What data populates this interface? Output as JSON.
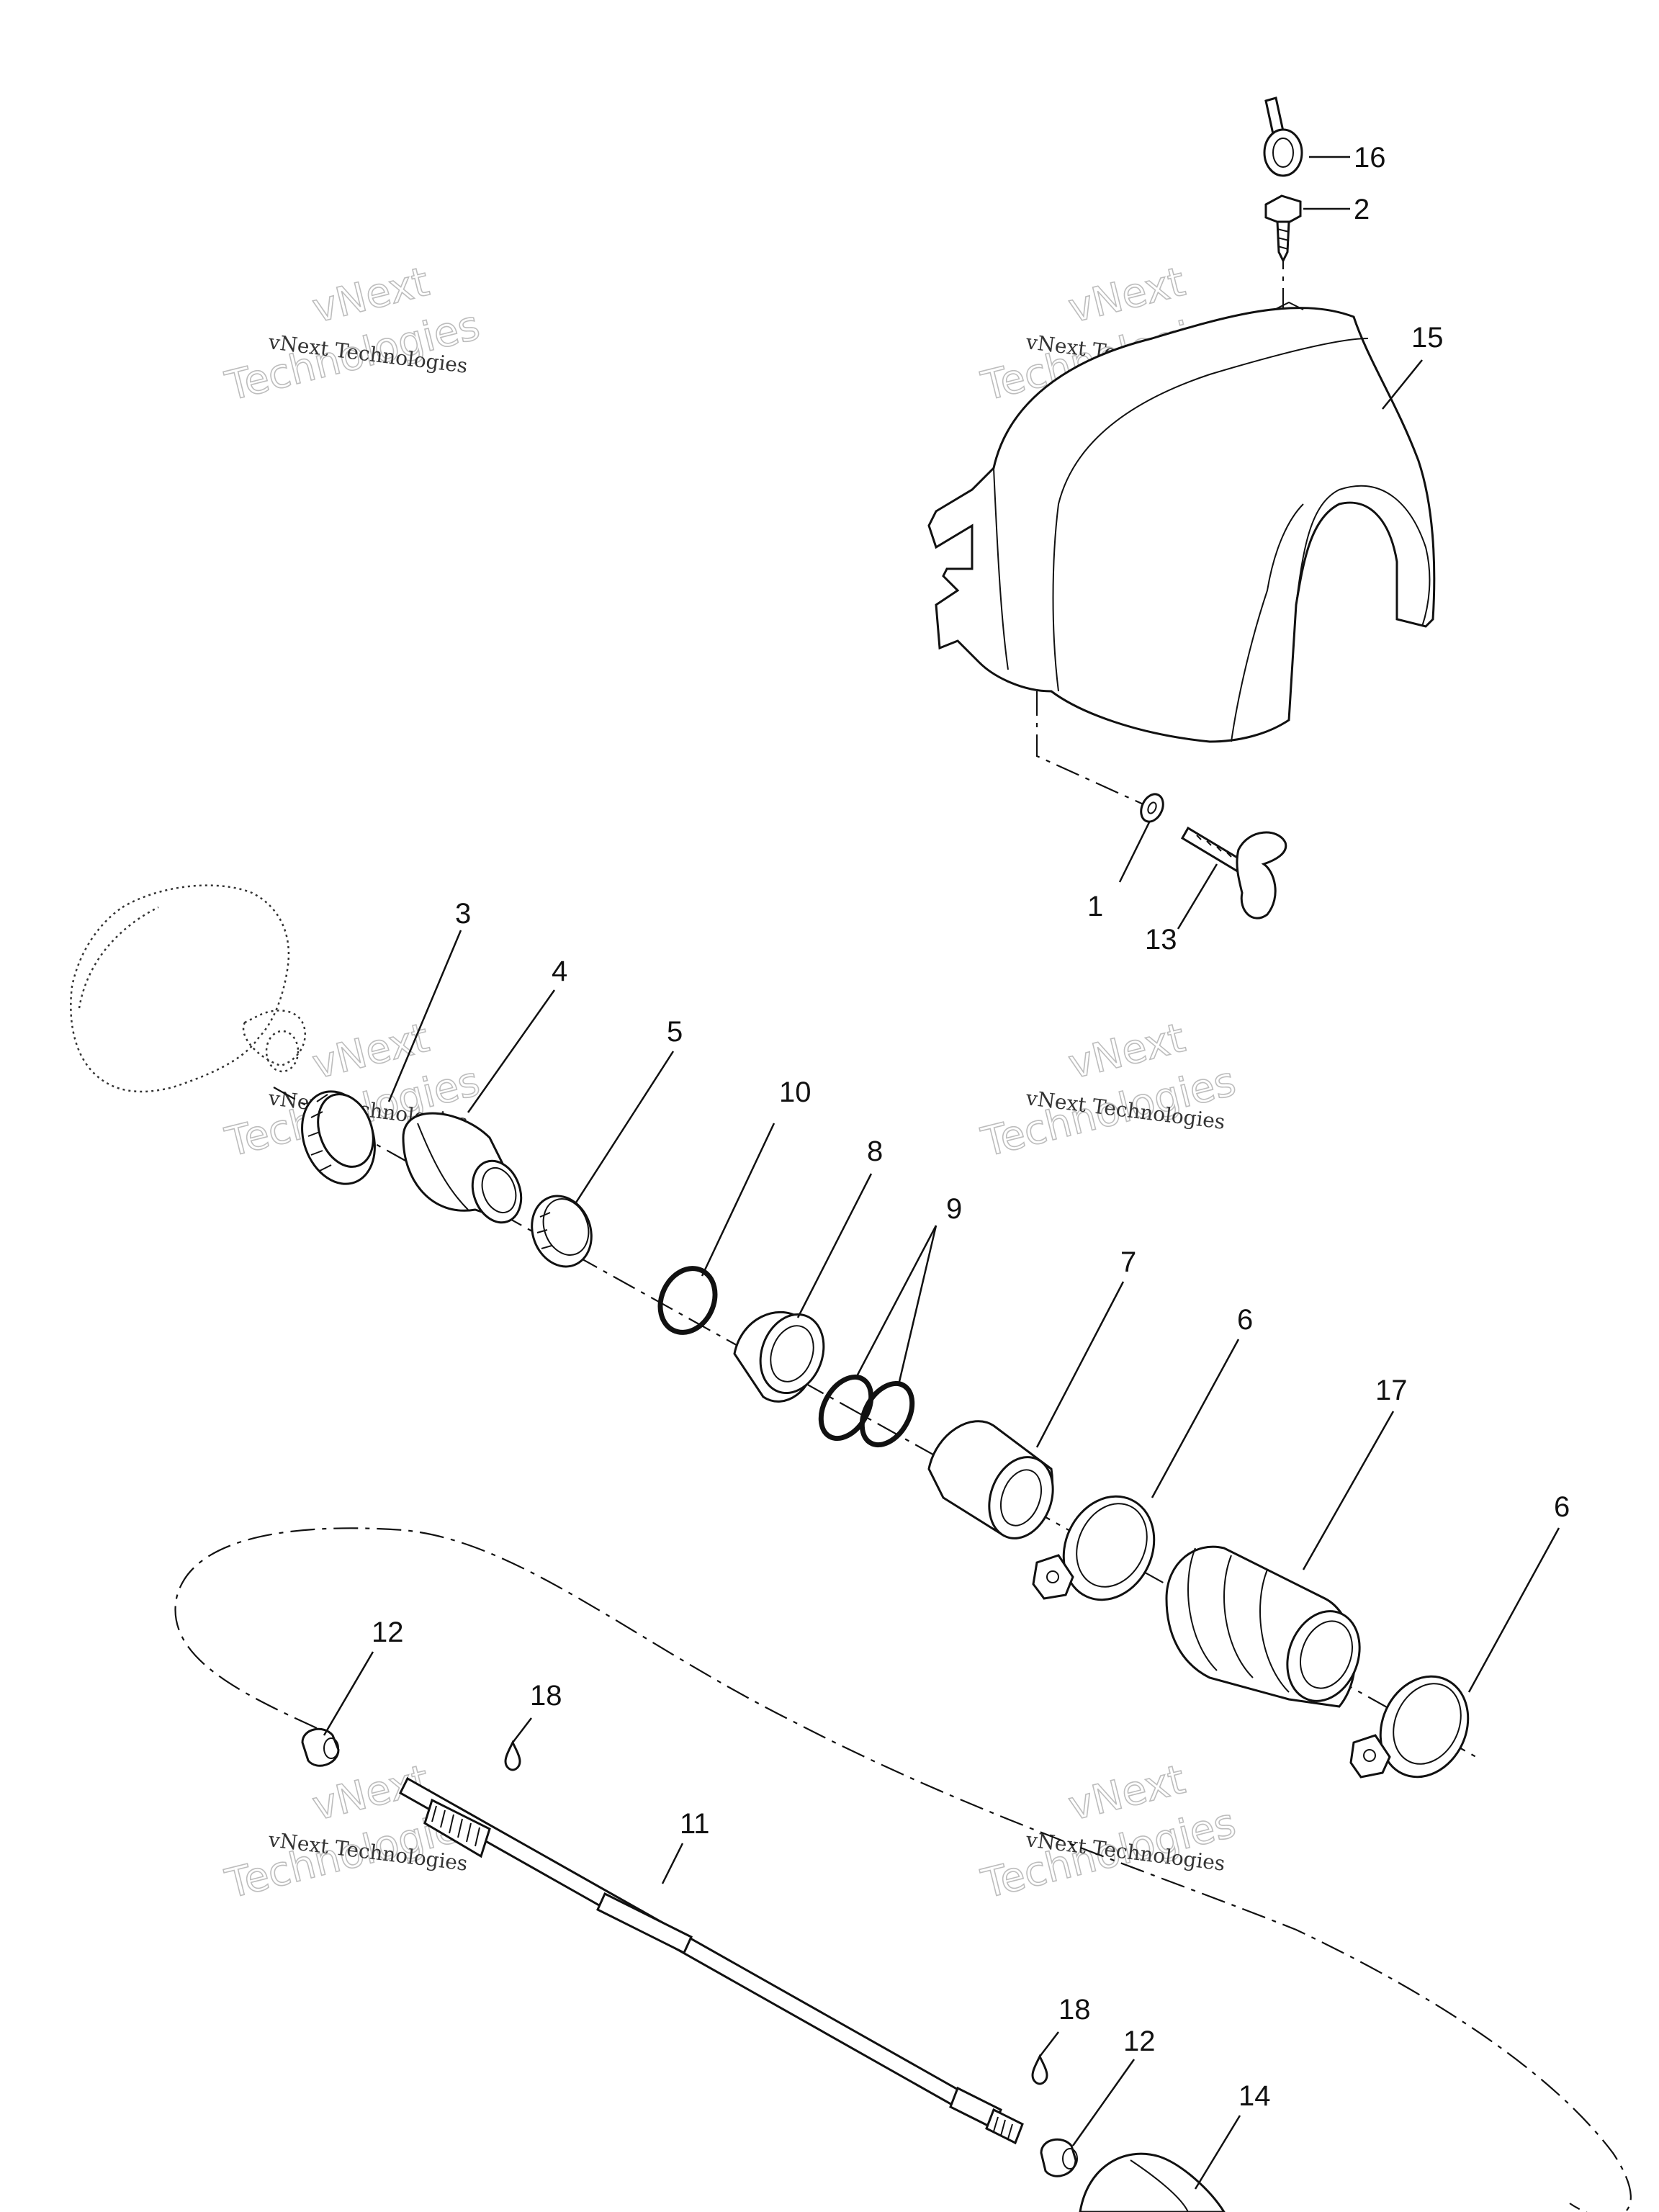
{
  "watermark": {
    "line1": "vNext",
    "line2": "Technologies",
    "full": "vNext Technologies"
  },
  "callouts": [
    {
      "id": "c16",
      "label": "16"
    },
    {
      "id": "c2",
      "label": "2"
    },
    {
      "id": "c15",
      "label": "15"
    },
    {
      "id": "c1",
      "label": "1"
    },
    {
      "id": "c13",
      "label": "13"
    },
    {
      "id": "c3",
      "label": "3"
    },
    {
      "id": "c4",
      "label": "4"
    },
    {
      "id": "c5",
      "label": "5"
    },
    {
      "id": "c10",
      "label": "10"
    },
    {
      "id": "c8",
      "label": "8"
    },
    {
      "id": "c9",
      "label": "9"
    },
    {
      "id": "c7",
      "label": "7"
    },
    {
      "id": "c6a",
      "label": "6"
    },
    {
      "id": "c17",
      "label": "17"
    },
    {
      "id": "c6b",
      "label": "6"
    },
    {
      "id": "c12a",
      "label": "12"
    },
    {
      "id": "c18a",
      "label": "18"
    },
    {
      "id": "c11",
      "label": "11"
    },
    {
      "id": "c18b",
      "label": "18"
    },
    {
      "id": "c12b",
      "label": "12"
    },
    {
      "id": "c14",
      "label": "14"
    }
  ]
}
